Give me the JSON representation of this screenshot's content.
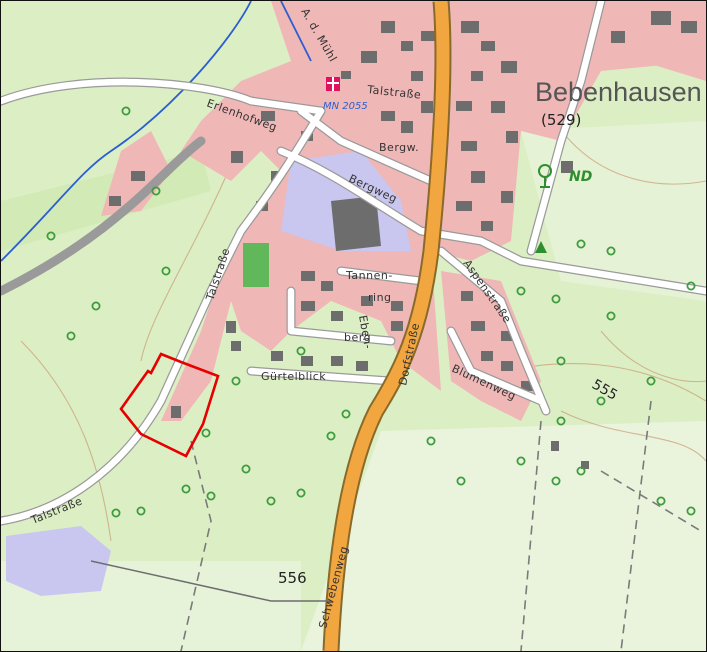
{
  "map": {
    "place_name": "Bebenhausen",
    "elevation_town": "(529)",
    "elevation_south": "556",
    "elevation_contour": "555",
    "nd_marker": "ND",
    "gauge_label": "MN 2055",
    "streets": {
      "talstrasse_top": "Talstraße",
      "talstrasse_mid": "Talstraße",
      "talstrasse_low": "Talstraße",
      "erlenhofweg": "Erlenhofweg",
      "bergweg": "Bergweg",
      "bergw_short": "Bergw.",
      "dorfstrasse": "Dorfstraße",
      "schwebenweg": "Schwebenweg",
      "aspenstrasse": "Aspenstraße",
      "blumenweg": "Blumenweg",
      "guertelblick": "Gürtelblick",
      "tannenring": "Tannen-",
      "ring": "ring",
      "ebenweg": "Eben-",
      "berg": "berg",
      "am_muehl": "A. d. Mühl"
    },
    "icons": [
      "tree-symbol",
      "church-symbol",
      "natural-monument-symbol",
      "survey-point-symbol"
    ],
    "colors": {
      "background": "#dcefc4",
      "settlement": "#f0b7b7",
      "building": "#6d6d6d",
      "main_road": "#f2a640",
      "water": "#2b5fd0",
      "special_area": "#c9c6ef",
      "parcel_outline": "#e60000",
      "tree_symbol": "#3e9c3e"
    }
  }
}
